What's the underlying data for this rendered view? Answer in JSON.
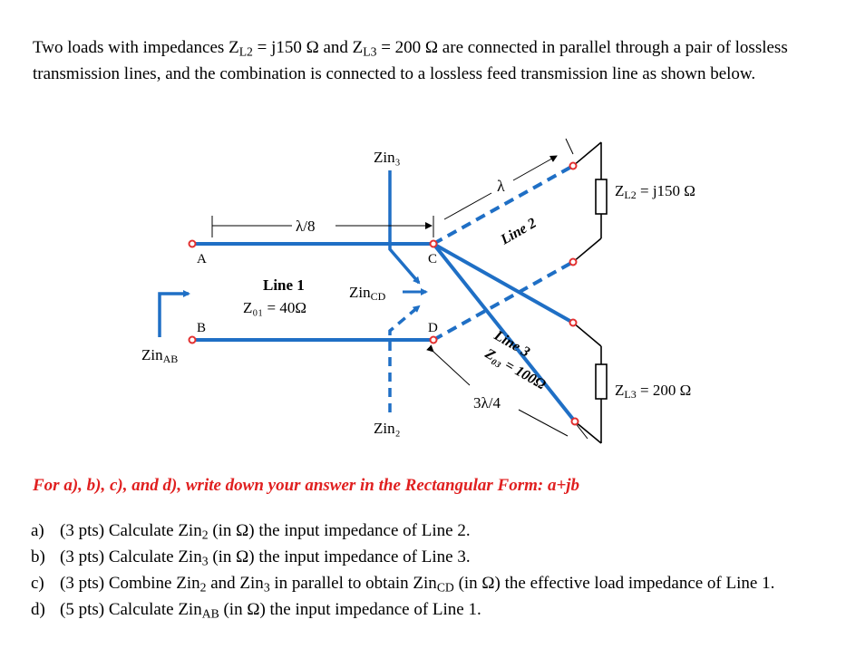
{
  "intro": {
    "t1": "Two loads with impedances Z",
    "s1": "L2",
    "t2": " = j150 Ω and Z",
    "s2": "L3",
    "t3": " = 200 Ω are connected in parallel through a pair of lossless transmission lines, and the combination is connected to a lossless feed transmission line as shown below."
  },
  "diagram": {
    "zin3": "Zin₃",
    "zin2": "Zin₂",
    "zinab": "Zin",
    "zinab_sub": "AB",
    "zincd": "Zin",
    "zincd_sub": "CD",
    "lambda8": "λ/8",
    "lambda": "λ",
    "three_lambda4": "3λ/4",
    "node_a": "A",
    "node_b": "B",
    "node_c": "C",
    "node_d": "D",
    "line1": "Line 1",
    "z01": "Z₀₁ = 40Ω",
    "line2": "Line 2",
    "line3": "Line 3",
    "z03": "Z₀₃ = 100Ω",
    "zl2": "Z",
    "zl2_sub": "L2",
    "zl2_val": " = j150 Ω",
    "zl3": "Z",
    "zl3_sub": "L3",
    "zl3_val": " = 200 Ω",
    "colors": {
      "line": "#1f6fc5",
      "node": "#e23030",
      "wire": "#000000"
    }
  },
  "instruction": "For a), b), c), and d), write down your answer in the Rectangular Form: a+jb",
  "questions": [
    {
      "label": "a)",
      "t1": "(3 pts) Calculate Zin",
      "s1": "2",
      "t2": " (in Ω) the input impedance of Line 2."
    },
    {
      "label": "b)",
      "t1": "(3 pts) Calculate Zin",
      "s1": "3",
      "t2": " (in Ω) the input impedance of Line 3."
    },
    {
      "label": "c)",
      "t1": "(3 pts) Combine Zin",
      "s1": "2",
      "t2": " and Zin",
      "s2": "3",
      "t3": " in parallel to obtain Zin",
      "s3": "CD",
      "t4": " (in Ω) the effective load impedance of Line 1."
    },
    {
      "label": "d)",
      "t1": "(5 pts) Calculate Zin",
      "s1": "AB",
      "t2": " (in Ω) the input impedance of Line 1."
    }
  ]
}
